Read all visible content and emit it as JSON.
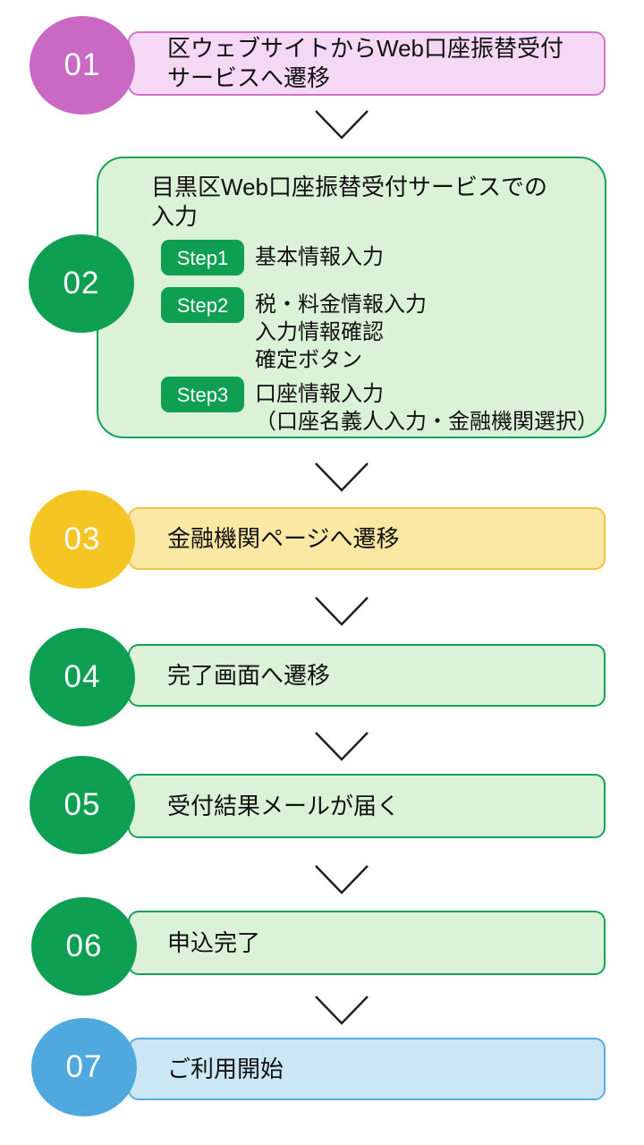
{
  "colors": {
    "pink_circle": "#c969c4",
    "pink_box_fill": "#f5d8f3",
    "pink_box_border": "#cf74c9",
    "green_circle": "#0f9f52",
    "green_box_fill": "#dcf2d8",
    "green_box_border": "#14a355",
    "yellow_circle": "#f5c524",
    "yellow_box_fill": "#fbe8a4",
    "yellow_box_border": "#f0c340",
    "blue_circle": "#4fa9de",
    "blue_box_fill": "#cbe7f6",
    "blue_box_border": "#58ade0",
    "arrow": "#1c1c1c"
  },
  "steps": [
    {
      "number": "01",
      "theme": "pink",
      "label_lines": [
        "区ウェブサイトからWeb口座振替受付",
        "サービスへ遷移"
      ]
    },
    {
      "number": "02",
      "theme": "green",
      "title_lines": [
        "目黒区Web口座振替受付サービスでの",
        "入力"
      ],
      "substeps": [
        {
          "badge": "Step1",
          "lines": [
            "基本情報入力"
          ]
        },
        {
          "badge": "Step2",
          "lines": [
            "税・料金情報入力",
            "入力情報確認",
            "確定ボタン"
          ]
        },
        {
          "badge": "Step3",
          "lines": [
            "口座情報入力",
            "（口座名義人入力・金融機関選択）"
          ]
        }
      ]
    },
    {
      "number": "03",
      "theme": "yellow",
      "label": "金融機関ページへ遷移"
    },
    {
      "number": "04",
      "theme": "green",
      "label": "完了画面へ遷移"
    },
    {
      "number": "05",
      "theme": "green",
      "label": "受付結果メールが届く"
    },
    {
      "number": "06",
      "theme": "green",
      "label": "申込完了"
    },
    {
      "number": "07",
      "theme": "blue",
      "label": "ご利用開始"
    }
  ]
}
